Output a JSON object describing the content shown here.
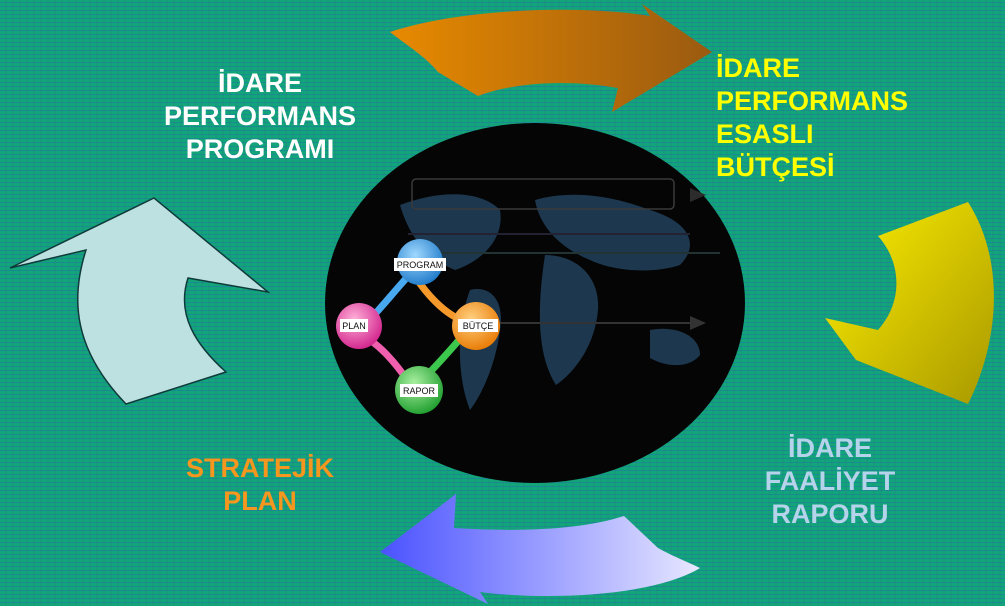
{
  "labels": {
    "program": "İDARE\nPERFORMANS\nPROGRAMI",
    "budget": "İDARE\nPERFORMANS\nESASLI\nBÜTÇESİ",
    "report": "İDARE\nFAALİYET\nRAPORU",
    "plan": "STRATEJİK\nPLAN"
  },
  "cycle_nodes": {
    "program": "PROGRAM",
    "budget": "BÜTÇE",
    "plan": "PLAN",
    "report": "RAPOR"
  },
  "colors": {
    "background": "#13a57a",
    "arrow_top": "#c56a00",
    "arrow_right": "#d8c800",
    "arrow_bottom": "#8a90ff",
    "arrow_left": "#bde0e0",
    "globe": "#0a0a0a"
  }
}
